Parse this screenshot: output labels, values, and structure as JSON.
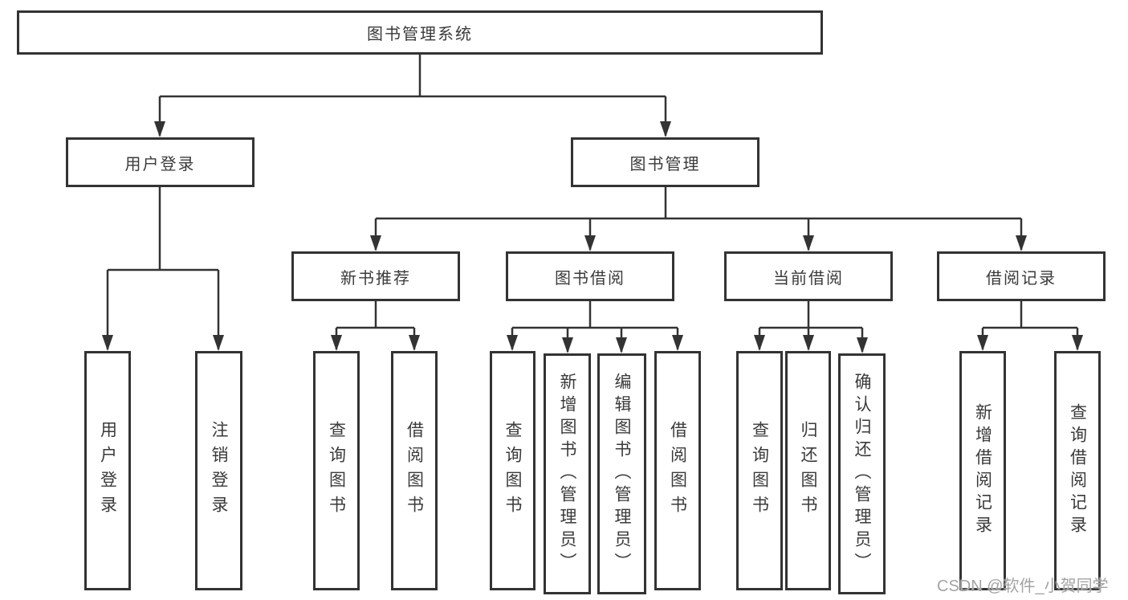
{
  "diagram_title": "图书管理系统",
  "colors": {
    "line": "#333333",
    "box_border": "#333333",
    "text": "#3a3a3a",
    "background": "#ffffff",
    "watermark": "#a3a3a3"
  },
  "tree": {
    "root": "图书管理系统",
    "branches": [
      {
        "label": "用户登录",
        "children": [
          "用户登录",
          "注销登录"
        ]
      },
      {
        "label": "图书管理",
        "groups": [
          {
            "label": "新书推荐",
            "children": [
              "查询图书",
              "借阅图书"
            ]
          },
          {
            "label": "图书借阅",
            "children": [
              "查询图书",
              "新增图书（管理员）",
              "编辑图书（管理员）",
              "借阅图书"
            ]
          },
          {
            "label": "当前借阅",
            "children": [
              "查询图书",
              "归还图书",
              "确认归还（管理员）"
            ]
          },
          {
            "label": "借阅记录",
            "children": [
              "新增借阅记录",
              "查询借阅记录"
            ]
          }
        ]
      }
    ]
  },
  "watermark": {
    "text": "CSDN @软件_小贺同学"
  }
}
